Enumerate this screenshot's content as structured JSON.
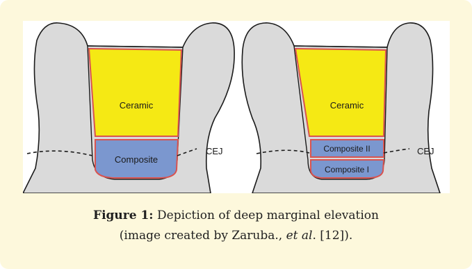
{
  "figure": {
    "left_diagram": {
      "upper_label": "Ceramic",
      "lower_label": "Composite",
      "margin_label": "CEJ"
    },
    "right_diagram": {
      "upper_label": "Ceramic",
      "middle_label": "Composite II",
      "lower_label": "Composite I",
      "margin_label": "CEJ"
    }
  },
  "caption": {
    "prefix": "Figure 1:",
    "line1_rest": " Depiction of deep marginal elevation",
    "line2_start": "(image created by Zaruba., ",
    "line2_italic": "et al",
    "line2_end": ". [12])."
  },
  "colors": {
    "tooth": "#dadada",
    "ceramic": "#f5e914",
    "composite": "#7b97cf",
    "restoration_outline": "#d9534f",
    "frame_background": "#fdf8dc"
  }
}
